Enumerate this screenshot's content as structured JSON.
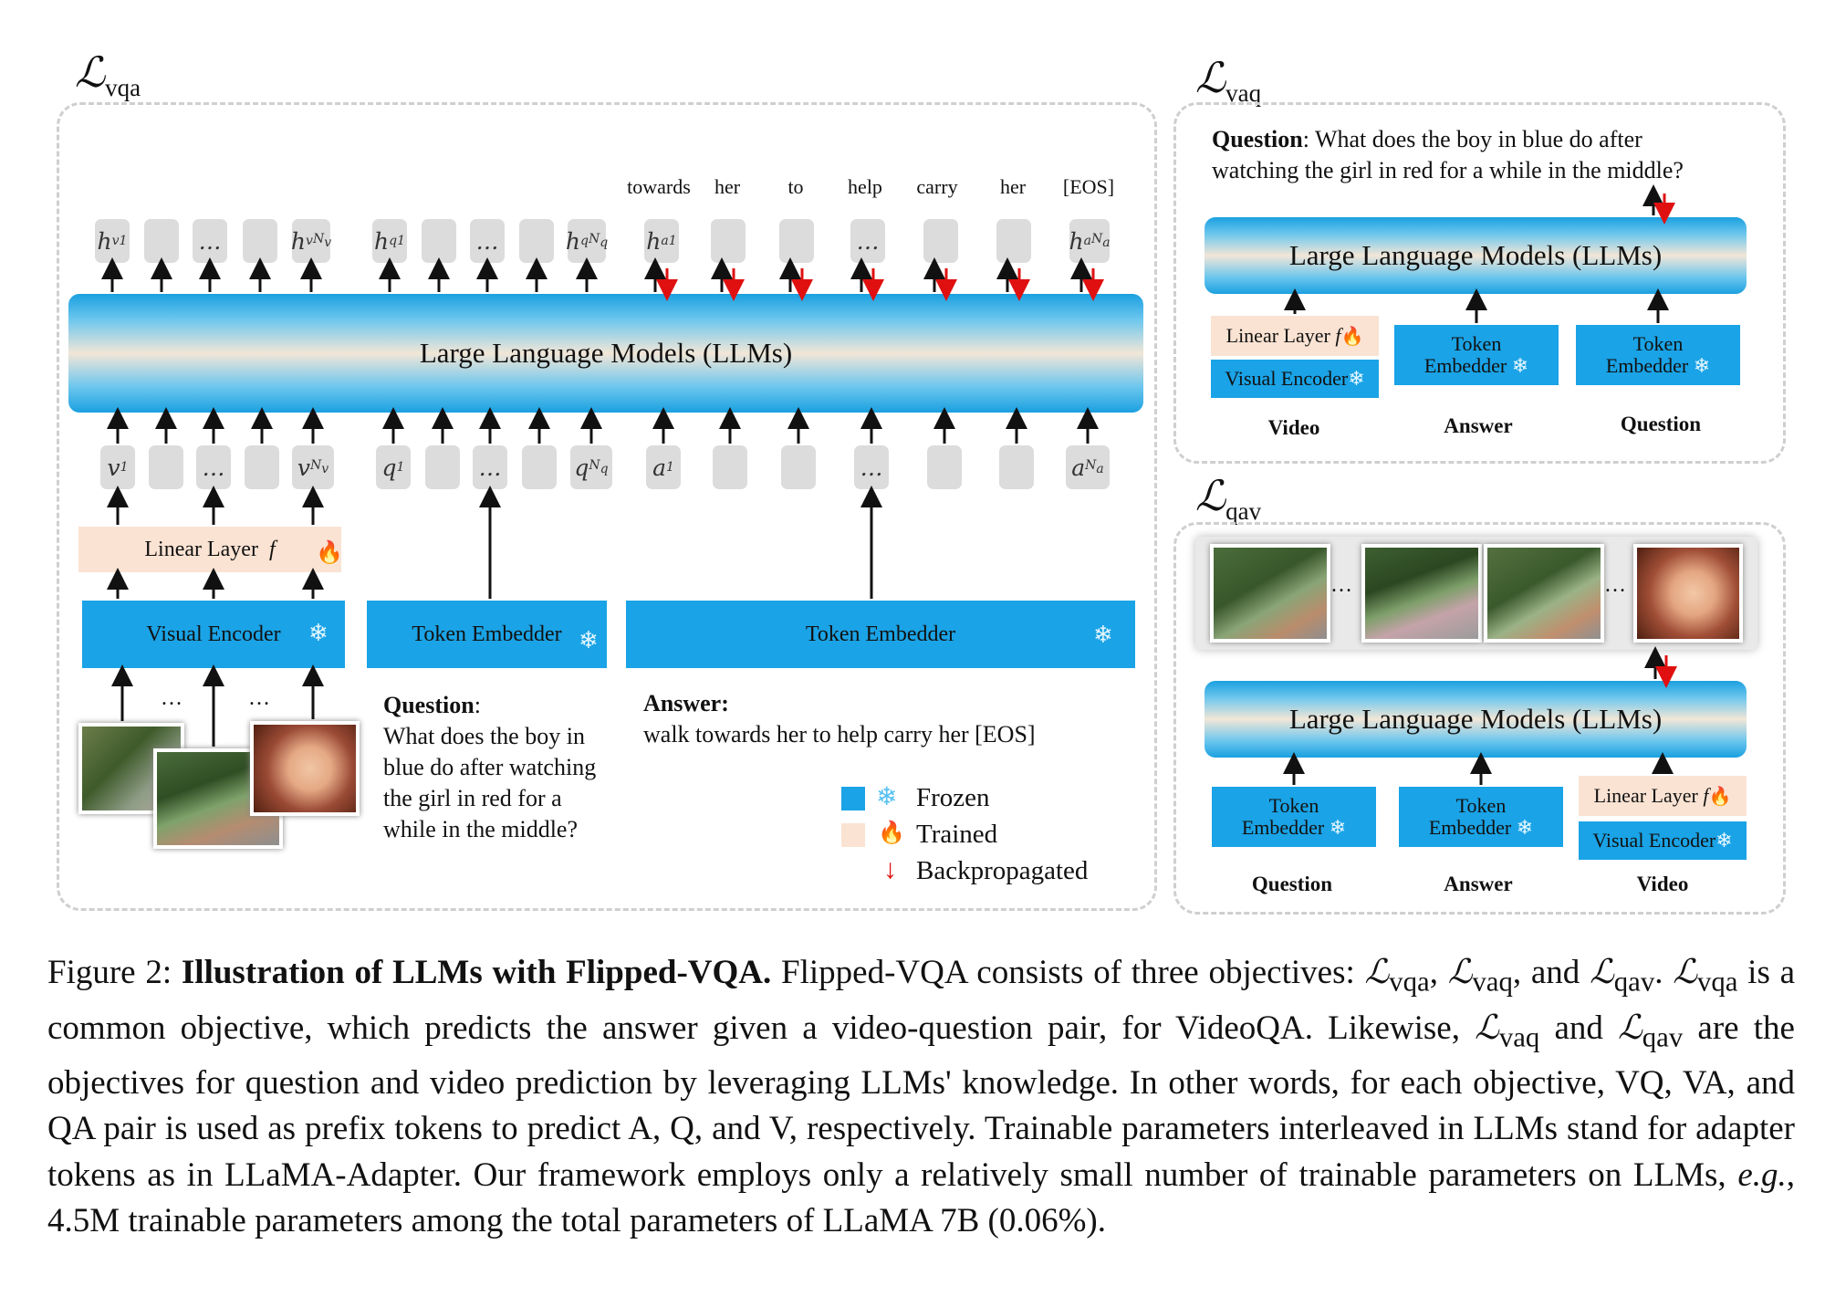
{
  "vqa": {
    "loss": "ℒ",
    "loss_sub": "vqa",
    "llm_label": "Large Language Models (LLMs)",
    "output_words": [
      "towards",
      "her",
      "to",
      "help",
      "carry",
      "her",
      "[EOS]"
    ],
    "visual_encoder": "Visual Encoder",
    "linear_layer": "Linear Layer",
    "linear_f": "f",
    "token_embedder_q": "Token Embedder",
    "token_embedder_a": "Token Embedder",
    "question_title": "Question",
    "question_colon": ":",
    "question_lines": [
      "What does the boy in",
      "blue do after watching",
      "the girl in red for a",
      "while in the middle?"
    ],
    "answer_title": "Answer:",
    "answer_text": "walk towards her to help carry her [EOS]",
    "ellipsis": "…",
    "legend": {
      "frozen": "Frozen",
      "trained": "Trained",
      "backprop": "Backpropagated"
    }
  },
  "vaq": {
    "loss": "ℒ",
    "loss_sub": "vaq",
    "question_title": "Question",
    "question_text_1": ": What does the boy in blue do after",
    "question_text_2": "watching the girl in red for a while in the middle?",
    "llm_label": "Large Language Models (LLMs)",
    "linear_layer": "Linear Layer",
    "linear_f": "f",
    "visual_encoder": "Visual Encoder",
    "token_embedder_1": "Token",
    "token_embedder_2": "Embedder",
    "labels": [
      "Video",
      "Answer",
      "Question"
    ]
  },
  "qav": {
    "loss": "ℒ",
    "loss_sub": "qav",
    "llm_label": "Large Language Models (LLMs)",
    "linear_layer": "Linear Layer",
    "linear_f": "f",
    "visual_encoder": "Visual Encoder",
    "token_embedder_1": "Token",
    "token_embedder_2": "Embedder",
    "labels": [
      "Question",
      "Answer",
      "Video"
    ],
    "ellipsis": "…"
  },
  "caption": {
    "fig": "Figure 2: ",
    "title": "Illustration of LLMs with Flipped-VQA.",
    "p1": " Flipped-VQA consists of three objectives: ",
    "and1": ", and ",
    "p2": " is a common objective, which predicts the answer given a video-question pair, for VideoQA. Likewise, ",
    "and2": " and ",
    "p3": " are the objectives for question and video prediction by leveraging LLMs' knowledge. In other words, for each objective, VQ, VA, and QA pair is used as prefix tokens to predict A, Q, and V, respectively. Trainable parameters interleaved in LLMs stand for adapter tokens as in LLaMA-Adapter. Our framework employs only a relatively small number of trainable parameters on LLMs, ",
    "eg": "e.g.",
    "p4": ", 4.5M trainable parameters among the total parameters of LLaMA 7B (0.06%)."
  },
  "colors": {
    "frozen_blue": "#1aa3e6",
    "trained_peach": "#fae3d3",
    "backprop_red": "#e01010"
  }
}
